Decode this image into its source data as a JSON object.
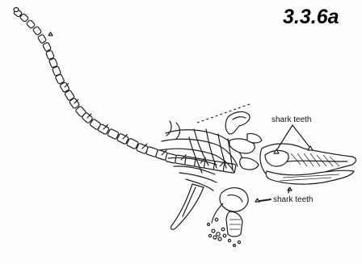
{
  "figure": {
    "label": "3.3.6a"
  },
  "annotations": {
    "upper": "shark teeth",
    "lower": "shark teeth"
  }
}
